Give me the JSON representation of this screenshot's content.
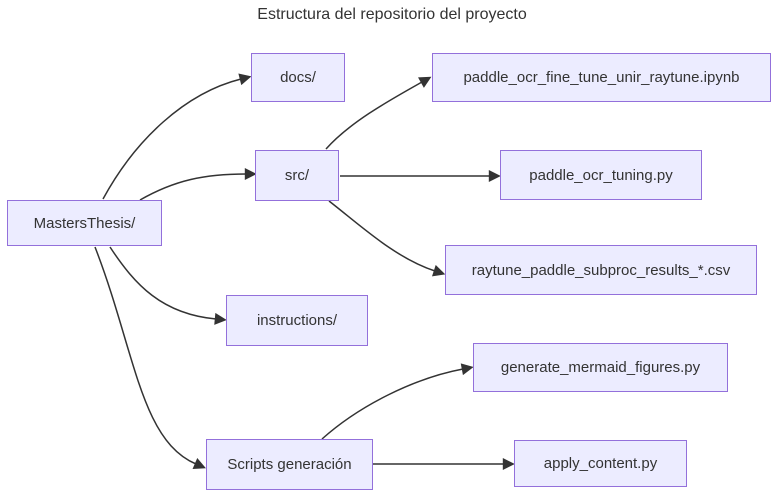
{
  "diagram": {
    "title": "Estructura del repositorio del proyecto",
    "type": "flowchart-left-to-right",
    "colors": {
      "node_fill": "#ECECFF",
      "node_border": "#9370DB",
      "text": "#333333",
      "edge": "#333333",
      "background": "#ffffff"
    },
    "nodes": [
      {
        "id": "masters",
        "label": "MastersThesis/"
      },
      {
        "id": "docs",
        "label": "docs/"
      },
      {
        "id": "src",
        "label": "src/"
      },
      {
        "id": "ipynb",
        "label": "paddle_ocr_fine_tune_unir_raytune.ipynb"
      },
      {
        "id": "tuning",
        "label": "paddle_ocr_tuning.py"
      },
      {
        "id": "csv",
        "label": "raytune_paddle_subproc_results_*.csv"
      },
      {
        "id": "instructions",
        "label": "instructions/"
      },
      {
        "id": "scripts",
        "label": "Scripts generación"
      },
      {
        "id": "genmermaid",
        "label": "generate_mermaid_figures.py"
      },
      {
        "id": "apply",
        "label": "apply_content.py"
      }
    ],
    "edges": [
      {
        "from": "masters",
        "to": "docs"
      },
      {
        "from": "masters",
        "to": "src"
      },
      {
        "from": "masters",
        "to": "instructions"
      },
      {
        "from": "masters",
        "to": "scripts"
      },
      {
        "from": "src",
        "to": "ipynb"
      },
      {
        "from": "src",
        "to": "tuning"
      },
      {
        "from": "src",
        "to": "csv"
      },
      {
        "from": "scripts",
        "to": "genmermaid"
      },
      {
        "from": "scripts",
        "to": "apply"
      }
    ]
  }
}
